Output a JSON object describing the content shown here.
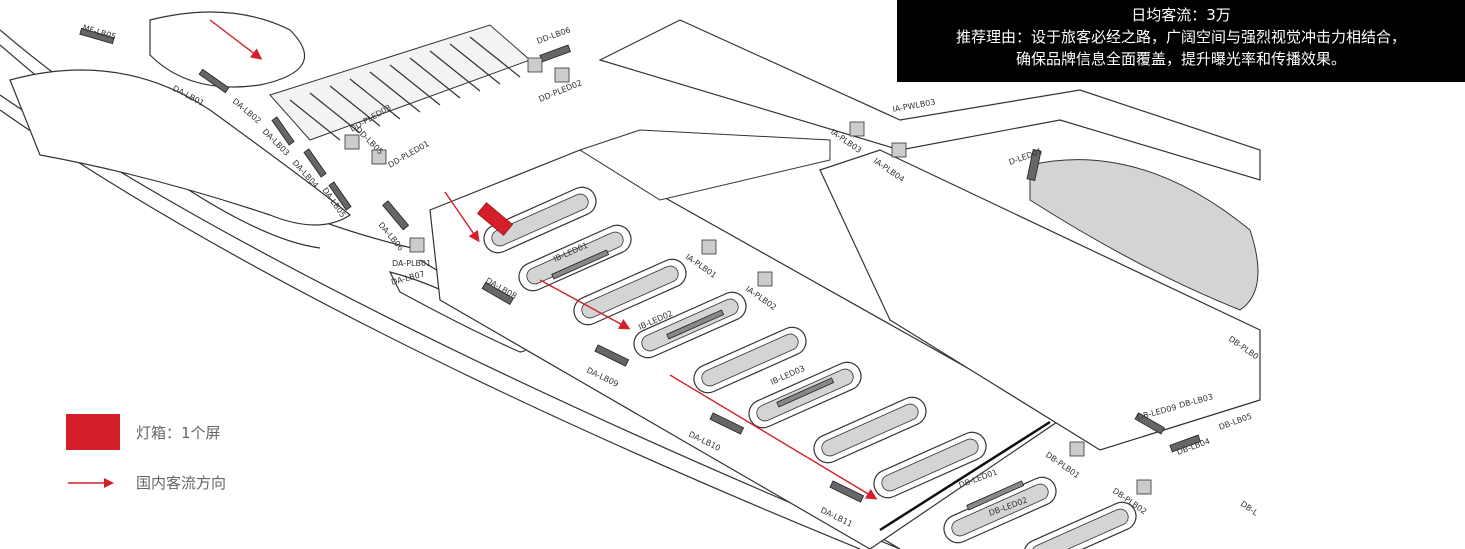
{
  "info_box": {
    "line1": "日均客流：3万",
    "line2": "推荐理由：设于旅客必经之路，广阔空间与强烈视觉冲击力相结合，",
    "line3": "确保品牌信息全面覆盖，提升曝光率和传播效果。"
  },
  "legend": {
    "lightbox_label": "灯箱：1个屏",
    "flow_label": "国内客流方向"
  },
  "colors": {
    "highlight": "#d41f2b",
    "arrow": "#d41f2b",
    "floor_gray": "#d4d4d4"
  },
  "map_labels": {
    "mf_lb05": "MF-LB05",
    "da_lb01": "DA-LB01",
    "da_lb02": "DA-LB02",
    "da_lb03": "DA-LB03",
    "da_lb04": "DA-LB04",
    "da_lb05": "DA-LB05",
    "da_lb06": "DA-LB06",
    "da_plb01": "DA-PLB01",
    "da_lb07": "DA-LB07",
    "da_lb08": "DA-LB08",
    "da_lb09": "DA-LB09",
    "da_lb10": "DA-LB10",
    "da_lb11": "DA-LB11",
    "dd_lb05": "DD-LB05",
    "dd_pled01": "DD-PLED01",
    "dd_pled03": "DD-PLED03",
    "dd_lb06": "DD-LB06",
    "dd_pled02": "DD-PLED02",
    "ib_led01": "IB-LED01",
    "ib_led02": "IB-LED02",
    "ib_led03": "IB-LED03",
    "ia_plb01": "IA-PLB01",
    "ia_plb02": "IA-PLB02",
    "ia_plb03": "IA-PLB03",
    "ia_plb04": "IA-PLB04",
    "ia_pwlb03": "IA-PWLB03",
    "d_led01": "D-LED01",
    "db_plb0": "DB-PLB0",
    "db_led09": "DB-LED09",
    "db_lb03": "DB-LB03",
    "db_lb04": "DB-LB04",
    "db_lb05": "DB-LB05",
    "db_plb01": "DB-PLB01",
    "db_plb02": "DB-PLB02",
    "db_led01": "DB-LED01",
    "db_led02": "DB-LED02",
    "db_cut": "DB-L"
  }
}
